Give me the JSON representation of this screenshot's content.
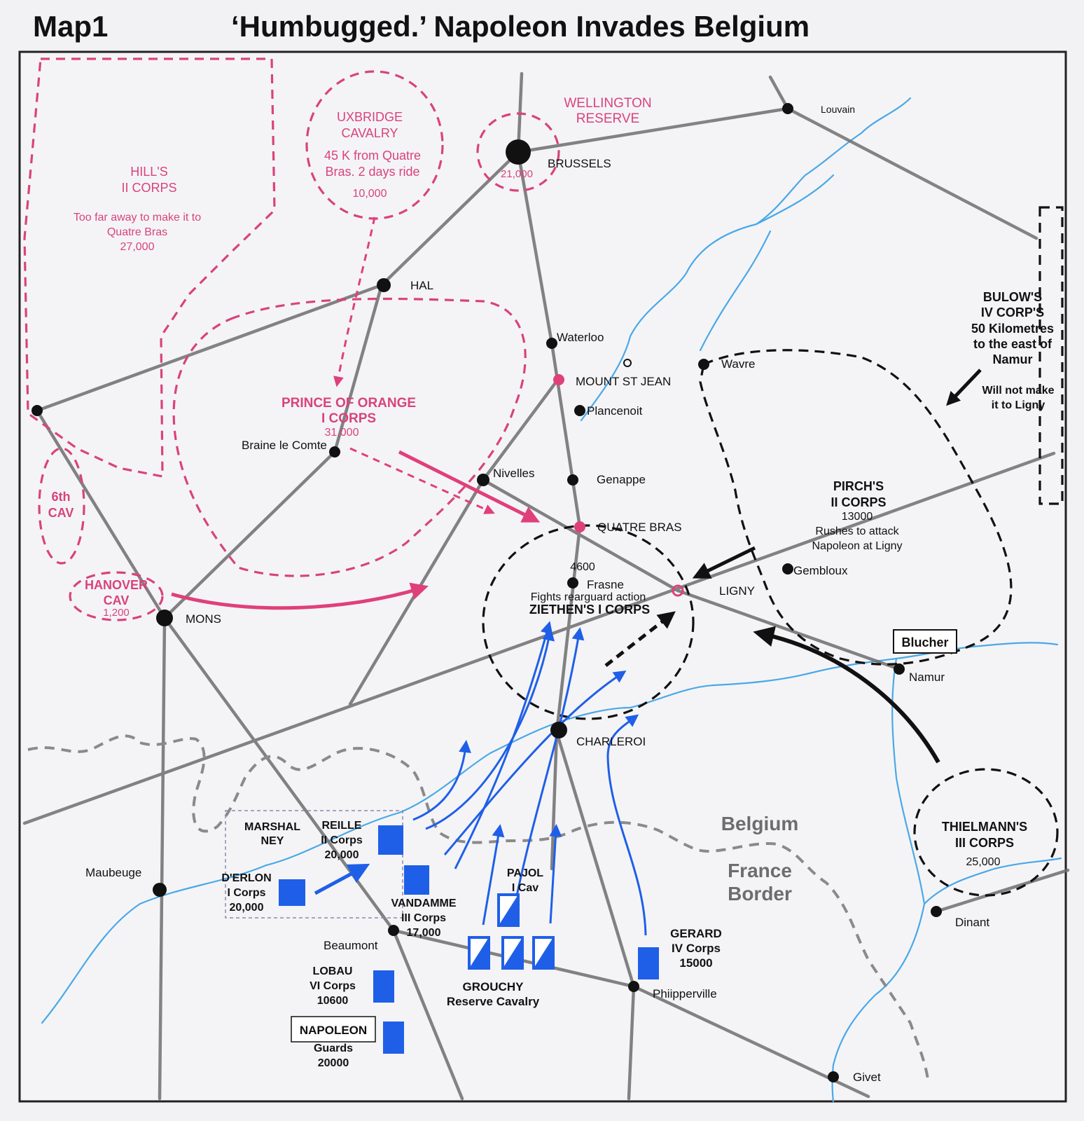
{
  "header": {
    "map_label": "Map1",
    "title": "‘Humbugged.’  Napoleon Invades Belgium"
  },
  "towns": {
    "louvain": "Louvain",
    "brussels": "BRUSSELS",
    "hal": "HAL",
    "waterloo": "Waterloo",
    "mount_st_jean": "MOUNT ST JEAN",
    "plancenoit": "Plancenoit",
    "wavre": "Wavre",
    "braine": "Braine le Comte",
    "nivelles": "Nivelles",
    "genappe": "Genappe",
    "quatre_bras": "QUATRE BRAS",
    "frasne": "Frasne",
    "ligny": "LIGNY",
    "gembloux": "Gembloux",
    "namur": "Namur",
    "mons": "MONS",
    "charleroi": "CHARLEROI",
    "maubeuge": "Maubeuge",
    "beaumont": "Beaumont",
    "philippeville": "Phiipperville",
    "dinant": "Dinant",
    "givet": "Givet"
  },
  "allied": {
    "hill": {
      "line1": "HILL'S",
      "line2": "II CORPS",
      "note1": "Too far away to make it to",
      "note2": "Quatre Bras",
      "strength": "27,000"
    },
    "uxbridge": {
      "line1": "UXBRIDGE",
      "line2": "CAVALRY",
      "note1": "45 K from Quatre",
      "note2": "Bras. 2 days ride",
      "strength": "10,000"
    },
    "reserve": {
      "line1": "WELLINGTON",
      "line2": "RESERVE",
      "strength": "21,000"
    },
    "orange": {
      "line1": "PRINCE OF ORANGE",
      "line2": "I CORPS",
      "strength": "31,000"
    },
    "sixth_cav": {
      "line1": "6th",
      "line2": "CAV"
    },
    "hanover": {
      "line1": "HANOVER",
      "line2": "CAV",
      "strength": "1,200"
    }
  },
  "prussian": {
    "bulow": {
      "line1": "BULOW'S",
      "line2": "IV CORP'S",
      "line3": "50 Kilometres",
      "line4": "to the east of",
      "line5": "Namur",
      "note1": "Will not make",
      "note2": "it to Ligny"
    },
    "pirch": {
      "line1": "PIRCH'S",
      "line2": "II CORPS",
      "strength": "13000",
      "note1": "Rushes to attack",
      "note2": "Napoleon at Ligny"
    },
    "ziethen": {
      "strength": "4600",
      "note": "Fights rearguard action",
      "name": "ZIETHEN'S I CORPS"
    },
    "blucher": "Blucher",
    "thielmann": {
      "line1": "THIELMANN'S",
      "line2": "III CORPS",
      "strength": "25,000"
    }
  },
  "french": {
    "ney": {
      "line1": "MARSHAL",
      "line2": "NEY"
    },
    "reille": {
      "line1": "REILLE",
      "line2": "II Corps",
      "strength": "20,000"
    },
    "derlon": {
      "line1": "D'ERLON",
      "line2": "I Corps",
      "strength": "20,000"
    },
    "vandamme": {
      "line1": "VANDAMME",
      "line2": "III Corps",
      "strength": "17,000"
    },
    "pajol": {
      "line1": "PAJOL",
      "line2": "I Cav"
    },
    "grouchy": {
      "line1": "GROUCHY",
      "line2": "Reserve Cavalry"
    },
    "gerard": {
      "line1": "GERARD",
      "line2": "IV Corps",
      "strength": "15000"
    },
    "lobau": {
      "line1": "LOBAU",
      "line2": "VI Corps",
      "strength": "10600"
    },
    "napoleon": {
      "line1": "NAPOLEON",
      "line2": "Guards",
      "strength": "20000"
    }
  },
  "border": {
    "belgium": "Belgium",
    "france": "France",
    "border": "Border"
  },
  "colors": {
    "allied": "#d9437a",
    "french": "#1f5fe8",
    "prussian": "#111111",
    "river": "#4aa8e8",
    "road": "#707070",
    "border": "#8a8a8a"
  }
}
